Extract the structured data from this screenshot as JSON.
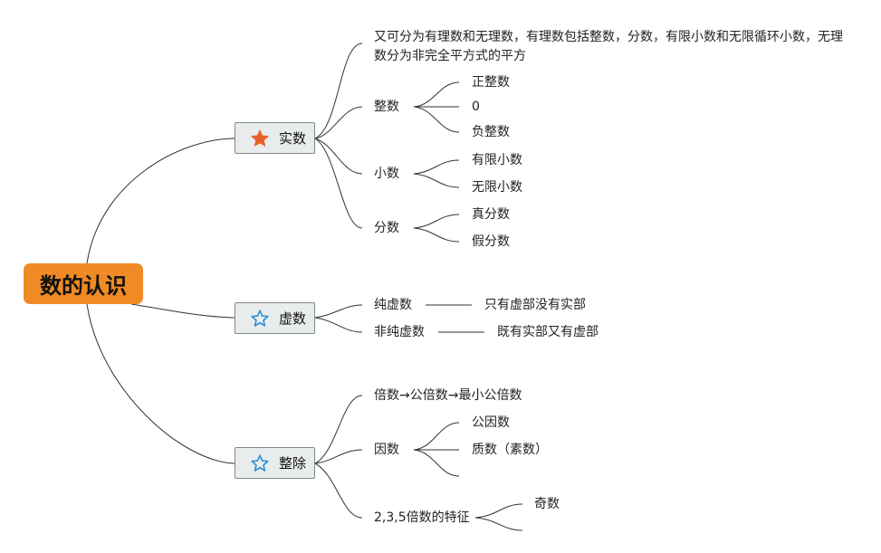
{
  "root": {
    "label": "数的认识"
  },
  "branches": {
    "real": {
      "label": "实数",
      "icon": "filled-star-icon",
      "icon_color": "#e8602a",
      "note": "又可分为有理数和无理数，有理数包括整数，分数，有限小数和无限循环小数，无理数分为非完全平方式的平方",
      "integer": {
        "label": "整数",
        "children": [
          "正整数",
          "0",
          "负整数"
        ]
      },
      "decimal": {
        "label": "小数",
        "children": [
          "有限小数",
          "无限小数"
        ]
      },
      "fraction": {
        "label": "分数",
        "children": [
          "真分数",
          "假分数"
        ]
      }
    },
    "imaginary": {
      "label": "虚数",
      "icon": "outline-star-icon",
      "icon_color": "#2d8fd5",
      "pure": {
        "label": "纯虚数",
        "desc": "只有虚部没有实部"
      },
      "nonpure": {
        "label": "非纯虚数",
        "desc": "既有实部又有虚部"
      }
    },
    "divisibility": {
      "label": "整除",
      "icon": "outline-star-icon",
      "icon_color": "#2d8fd5",
      "multiple": "倍数→公倍数→最小公倍数",
      "factor": {
        "label": "因数",
        "children": [
          "公因数",
          "质数（素数）"
        ]
      },
      "feature": {
        "label": "2,3,5倍数的特征",
        "children": [
          "奇数"
        ]
      }
    }
  },
  "colors": {
    "root_bg": "#f08a24",
    "branch_bg": "#e9ecec",
    "line": "#333333"
  }
}
